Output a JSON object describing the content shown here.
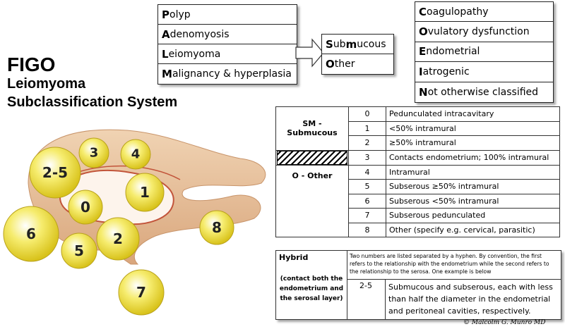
{
  "palm": [
    {
      "cap": "P",
      "rest": "olyp"
    },
    {
      "cap": "A",
      "rest": "denomyosis"
    },
    {
      "cap": "L",
      "rest": "eiomyoma"
    },
    {
      "cap": "M",
      "rest": "alignancy & hyperplasia"
    }
  ],
  "leio_sub": [
    {
      "cap": "S",
      "rest": "ub",
      "cap2": "m",
      "rest2": "ucous"
    },
    {
      "cap": "O",
      "rest": "ther",
      "cap2": "",
      "rest2": ""
    }
  ],
  "coein": [
    {
      "cap": "C",
      "rest": "oagulopathy"
    },
    {
      "cap": "O",
      "rest": "vulatory dysfunction"
    },
    {
      "cap": "E",
      "rest": "ndometrial"
    },
    {
      "cap": "I",
      "rest": "atrogenic"
    },
    {
      "cap": "N",
      "rest": "ot otherwise classified"
    }
  ],
  "title": {
    "line1": "FIGO",
    "line2": "Leiomyoma",
    "line3": "Subclassification System"
  },
  "table": {
    "sm_label": "SM - Submucous",
    "o_label": "O - Other",
    "rows": [
      {
        "num": "0",
        "desc": "Pedunculated intracavitary"
      },
      {
        "num": "1",
        "desc": "<50% intramural"
      },
      {
        "num": "2",
        "desc": "≥50% intramural"
      },
      {
        "num": "3",
        "desc": "Contacts endometrium; 100% intramural"
      },
      {
        "num": "4",
        "desc": "Intramural"
      },
      {
        "num": "5",
        "desc": "Subserous ≥50% intramural"
      },
      {
        "num": "6",
        "desc": "Subserous <50% intramural"
      },
      {
        "num": "7",
        "desc": "Subserous pedunculated"
      },
      {
        "num": "8",
        "desc": "Other (specify e.g. cervical, parasitic)"
      }
    ]
  },
  "hybrid": {
    "label": "Hybrid",
    "sublabel": "(contact both the endometrium and the serosal layer)",
    "note": "Two numbers are listed separated by a hyphen. By convention, the first refers to the relationship with the endometrium while the second refers to the relationship to the serosa. One example is below",
    "example_num": "2-5",
    "example_desc": "Submucous and subserous, each with less than half the diameter in the endometrial and peritoneal cavities, respectively."
  },
  "fibroids": [
    "2-5",
    "3",
    "4",
    "0",
    "1",
    "6",
    "2",
    "5",
    "8",
    "7"
  ],
  "copyright": "© Malcolm G. Munro MD",
  "colors": {
    "fibroid_fill": "#f3e23a",
    "uterus": "#e9c29c"
  }
}
